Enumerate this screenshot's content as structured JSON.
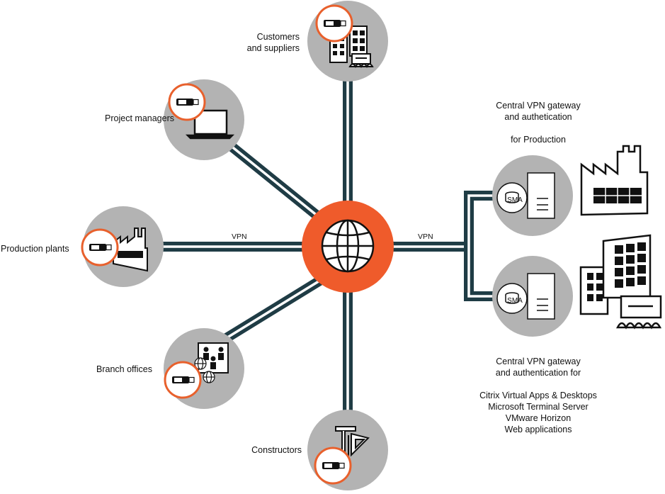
{
  "nodes": {
    "customers": {
      "label_line1": "Customers",
      "label_line2": "and suppliers"
    },
    "project_managers": {
      "label": "Project managers"
    },
    "production_plants": {
      "label": "Production plants"
    },
    "branch_offices": {
      "label": "Branch offices"
    },
    "constructors": {
      "label": "Constructors"
    }
  },
  "links": {
    "vpn_left": "VPN",
    "vpn_right": "VPN"
  },
  "gateway_production": {
    "title_line1": "Central VPN gateway",
    "title_line2": "and authetication",
    "title_line3": "for Production",
    "device_label": "SMA"
  },
  "gateway_office": {
    "title_line1": "Central VPN gateway",
    "title_line2": "and authentication for",
    "services": [
      "Citrix Virtual Apps & Desktops",
      "Microsoft Terminal Server",
      "VMware Horizon",
      "Web applications"
    ],
    "device_label": "SMA"
  },
  "icons": {
    "hub": "globe-icon",
    "token": "usb-token-icon",
    "laptop": "laptop-icon",
    "factory": "factory-icon",
    "office": "office-building-icon",
    "people": "people-icon",
    "tools": "construction-tools-icon",
    "server": "server-icon"
  },
  "colors": {
    "node_fill": "#b3b3b3",
    "hub_orange": "#ef5b2b",
    "token_ring": "#e8602c",
    "link_dark": "#1f3c45"
  }
}
